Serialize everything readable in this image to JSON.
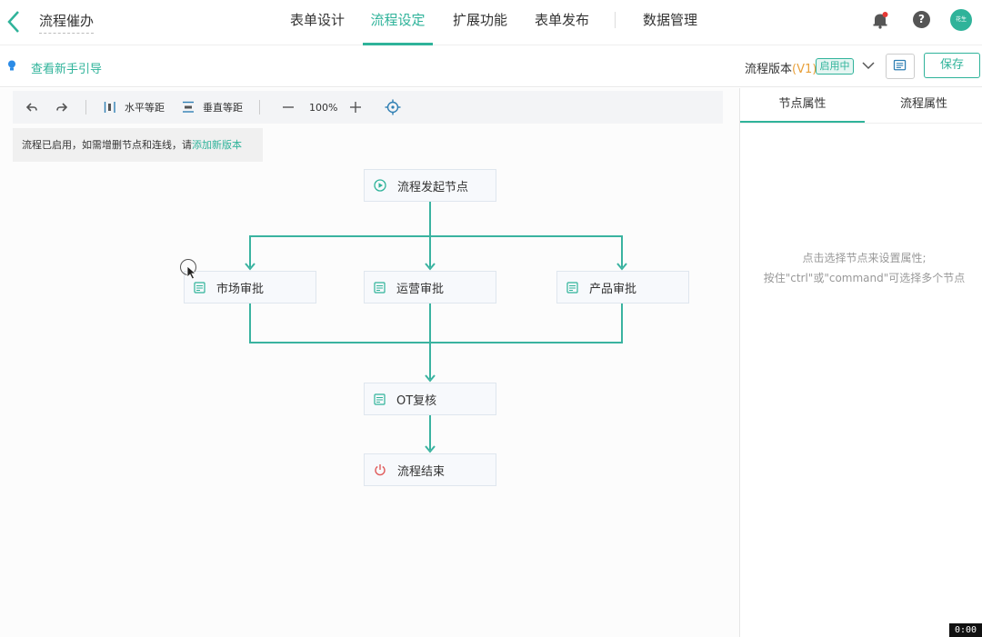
{
  "header": {
    "app_title": "流程催办",
    "tabs": [
      {
        "label": "表单设计"
      },
      {
        "label": "流程设定"
      },
      {
        "label": "扩展功能"
      },
      {
        "label": "表单发布"
      },
      {
        "label": "数据管理"
      }
    ],
    "help": "?",
    "avatar_text": "花生"
  },
  "subbar": {
    "guide": "查看新手引导",
    "version_prefix": "流程版本",
    "version": "(V1)",
    "version_status": "启用中",
    "save": "保存"
  },
  "toolbar": {
    "horizontal": "水平等距",
    "vertical": "垂直等距",
    "zoom": "100%"
  },
  "notice": {
    "text": "流程已启用，如需增删节点和连线，请",
    "link": "添加新版本"
  },
  "flow": {
    "start": "流程发起节点",
    "node_market": "市场审批",
    "node_ops": "运营审批",
    "node_product": "产品审批",
    "node_ot": "OT复核",
    "end": "流程结束"
  },
  "panel": {
    "tab_node": "节点属性",
    "tab_flow": "流程属性",
    "hint_line1": "点击选择节点来设置属性;",
    "hint_line2": "按住\"ctrl\"或\"command\"可选择多个节点"
  },
  "timer": "0:00",
  "colors": {
    "accent": "#2fb39a",
    "warning": "#e8a03a",
    "end_icon": "#e05a5a"
  }
}
